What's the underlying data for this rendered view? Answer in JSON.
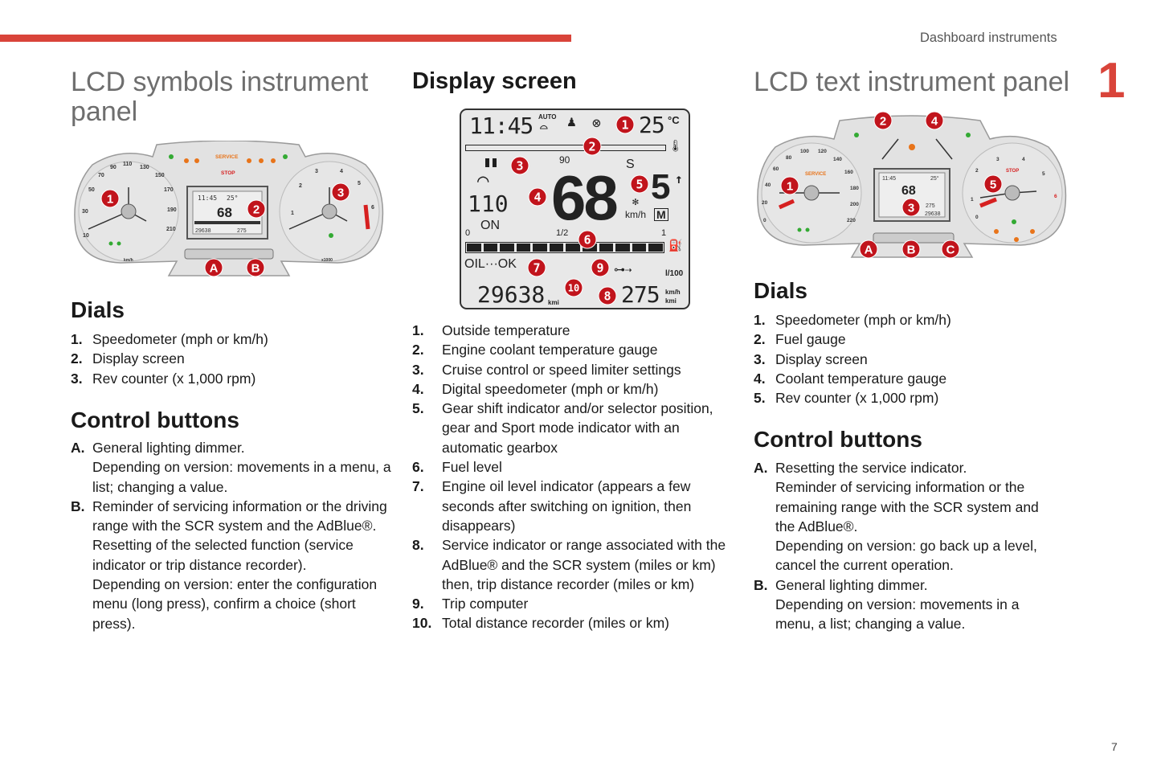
{
  "header": {
    "running_title": "Dashboard instruments",
    "chapter_number": "1",
    "page_number": "7"
  },
  "left": {
    "title": "LCD symbols instrument panel",
    "diagram": {
      "callouts": [
        "1",
        "2",
        "3",
        "A",
        "B"
      ],
      "speed_ticks": [
        "10",
        "30",
        "50",
        "70",
        "90",
        "110",
        "130",
        "150",
        "170",
        "190",
        "210"
      ],
      "rev_ticks": [
        "1",
        "2",
        "3",
        "4",
        "5",
        "6"
      ],
      "warning_labels": [
        "SERVICE",
        "STOP"
      ],
      "units": "km/h",
      "rev_units": "x1000",
      "lcd": {
        "time": "11:45",
        "temp": "25°",
        "speed": "68",
        "odo": "29638",
        "trip": "275"
      }
    },
    "dials_heading": "Dials",
    "dials": [
      {
        "n": "1.",
        "text": "Speedometer (mph or km/h)"
      },
      {
        "n": "2.",
        "text": "Display screen"
      },
      {
        "n": "3.",
        "text": "Rev counter (x 1,000 rpm)"
      }
    ],
    "controls_heading": "Control buttons",
    "controls": [
      {
        "n": "A.",
        "paras": [
          "General lighting dimmer.",
          "Depending on version: movements in a menu, a list; changing a value."
        ]
      },
      {
        "n": "B.",
        "paras": [
          "Reminder of servicing information or the driving range with the SCR system and the AdBlue®.",
          "Resetting of the selected function (service indicator or trip distance recorder).",
          "Depending on version: enter the configuration menu (long press), confirm a choice (short press)."
        ]
      }
    ]
  },
  "middle": {
    "title": "Display screen",
    "screen": {
      "clock": "11:45",
      "auto": "AUTO",
      "outside_temp": "25",
      "temp_unit": "°C",
      "gauge_mark": "90",
      "sport": "S",
      "speed": "68",
      "speed_unit": "km/h",
      "gear": "5",
      "gear_arrow": "↑",
      "mode": "M",
      "limiter_speed": "110",
      "limiter_state": "ON",
      "fuel_0": "0",
      "fuel_half": "1/2",
      "fuel_full": "1",
      "oil": "OIL···OK",
      "consumption_unit": "l/100",
      "odometer": "29638",
      "odo_unit": "kmi",
      "range": "275",
      "range_unit_1": "km/h",
      "range_unit_2": "kmi",
      "fuel_level": 1.0,
      "callouts": [
        "1",
        "2",
        "3",
        "4",
        "5",
        "6",
        "7",
        "8",
        "9",
        "10"
      ]
    },
    "items": [
      {
        "n": "1.",
        "text": "Outside temperature"
      },
      {
        "n": "2.",
        "text": "Engine coolant temperature gauge"
      },
      {
        "n": "3.",
        "text": "Cruise control or speed limiter settings"
      },
      {
        "n": "4.",
        "text": "Digital speedometer (mph or km/h)"
      },
      {
        "n": "5.",
        "text": "Gear shift indicator and/or selector position, gear and Sport mode indicator with an automatic gearbox"
      },
      {
        "n": "6.",
        "text": "Fuel level"
      },
      {
        "n": "7.",
        "text": "Engine oil level indicator (appears a few seconds after switching on ignition, then disappears)"
      },
      {
        "n": "8.",
        "text": "Service indicator or range associated with the AdBlue® and the SCR system (miles or km) then, trip distance recorder (miles or km)"
      },
      {
        "n": "9.",
        "text": "Trip computer"
      },
      {
        "n": "10.",
        "text": "Total distance recorder (miles or km)"
      }
    ]
  },
  "right": {
    "title": "LCD text instrument panel",
    "diagram": {
      "callouts": [
        "1",
        "2",
        "3",
        "4",
        "5",
        "A",
        "B",
        "C"
      ],
      "speed_ticks": [
        "0",
        "20",
        "40",
        "60",
        "80",
        "100",
        "120",
        "140",
        "160",
        "180",
        "200",
        "220"
      ],
      "rev_ticks": [
        "0",
        "1",
        "2",
        "3",
        "4",
        "5",
        "6"
      ],
      "warning_labels": [
        "SERVICE",
        "STOP"
      ],
      "lcd": {
        "time": "11:45",
        "temp": "25°",
        "speed": "68",
        "trip": "275",
        "odo": "29638"
      }
    },
    "dials_heading": "Dials",
    "dials": [
      {
        "n": "1.",
        "text": "Speedometer (mph or km/h)"
      },
      {
        "n": "2.",
        "text": "Fuel gauge"
      },
      {
        "n": "3.",
        "text": "Display screen"
      },
      {
        "n": "4.",
        "text": "Coolant temperature gauge"
      },
      {
        "n": "5.",
        "text": "Rev counter (x 1,000 rpm)"
      }
    ],
    "controls_heading": "Control buttons",
    "controls": [
      {
        "n": "A.",
        "paras": [
          "Resetting the service indicator.",
          "Reminder of servicing information or the remaining range with the SCR system and the AdBlue®.",
          "Depending on version: go back up a level, cancel the current operation."
        ]
      },
      {
        "n": "B.",
        "paras": [
          "General lighting dimmer.",
          "Depending on version: movements in a menu, a list; changing a value."
        ]
      }
    ]
  },
  "colors": {
    "accent": "#d9443a",
    "callout": "#c1141c",
    "heading_gray": "#6e6e6e"
  }
}
